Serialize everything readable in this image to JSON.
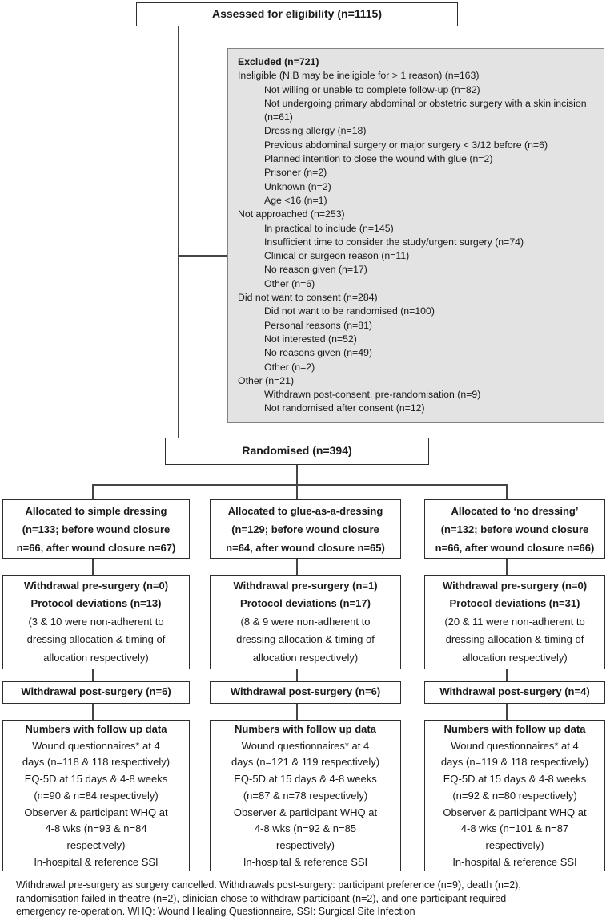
{
  "diagram": {
    "assessed_box": "Assessed for eligibility (n=1115)",
    "randomised_box": "Randomised (n=394)",
    "excluded": {
      "title": "Excluded (n=721)",
      "items": [
        {
          "text": "Ineligible (N.B may be ineligible for > 1 reason) (n=163)",
          "indent": 0
        },
        {
          "text": "Not willing or unable to complete follow-up (n=82)",
          "indent": 1
        },
        {
          "text": "Not undergoing primary abdominal or obstetric surgery with a skin incision (n=61)",
          "indent": 1
        },
        {
          "text": "Dressing allergy (n=18)",
          "indent": 1
        },
        {
          "text": "Previous abdominal surgery or major surgery < 3/12 before (n=6)",
          "indent": 1
        },
        {
          "text": "Planned intention to close the wound with glue (n=2)",
          "indent": 1
        },
        {
          "text": "Prisoner (n=2)",
          "indent": 1
        },
        {
          "text": "Unknown (n=2)",
          "indent": 1
        },
        {
          "text": "Age <16 (n=1)",
          "indent": 1
        },
        {
          "text": "Not approached (n=253)",
          "indent": 0
        },
        {
          "text": "In practical to include (n=145)",
          "indent": 1
        },
        {
          "text": "Insufficient time to consider the study/urgent surgery (n=74)",
          "indent": 1
        },
        {
          "text": "Clinical or surgeon reason (n=11)",
          "indent": 1
        },
        {
          "text": "No reason given (n=17)",
          "indent": 1
        },
        {
          "text": "Other (n=6)",
          "indent": 1
        },
        {
          "text": "Did not want to consent (n=284)",
          "indent": 0
        },
        {
          "text": "Did not want to be randomised (n=100)",
          "indent": 1
        },
        {
          "text": "Personal reasons (n=81)",
          "indent": 1
        },
        {
          "text": "Not interested (n=52)",
          "indent": 1
        },
        {
          "text": "No reasons given (n=49)",
          "indent": 1
        },
        {
          "text": "Other (n=2)",
          "indent": 1
        },
        {
          "text": "Other (n=21)",
          "indent": 0
        },
        {
          "text": "Withdrawn post-consent, pre-randomisation (n=9)",
          "indent": 1
        },
        {
          "text": "Not randomised after consent (n=12)",
          "indent": 1
        }
      ]
    },
    "columns": [
      {
        "allocation": "Allocated to simple dressing\n(n=133; before wound closure\nn=66, after wound closure n=67)",
        "withdrawal_bold": "Withdrawal pre-surgery (n=0)\nProtocol deviations (n=13)",
        "withdrawal_note": "(3 & 10 were non-adherent to\ndressing allocation & timing of\nallocation respectively)",
        "post_surgery": "Withdrawal post-surgery (n=6)",
        "followup_title": "Numbers with follow up data",
        "followup_body": "Wound questionnaires* at 4\ndays (n=118 & 118 respectively)\nEQ-5D at 15 days & 4-8 weeks\n(n=90 & n=84 respectively)\nObserver & participant WHQ at\n4-8 wks  (n=93 & n=84\nrespectively)\nIn-hospital & reference SSI"
      },
      {
        "allocation": "Allocated to glue-as-a-dressing\n(n=129; before wound closure\nn=64, after wound closure n=65)",
        "withdrawal_bold": "Withdrawal pre-surgery (n=1)\nProtocol deviations (n=17)",
        "withdrawal_note": "(8 & 9 were non-adherent to\ndressing allocation & timing of\nallocation respectively)",
        "post_surgery": "Withdrawal post-surgery (n=6)",
        "followup_title": "Numbers with follow up data",
        "followup_body": "Wound questionnaires* at 4\ndays (n=121 & 119 respectively)\nEQ-5D at 15 days & 4-8 weeks\n(n=87 & n=78 respectively)\nObserver & participant WHQ at\n4-8 wks  (n=92 & n=85\nrespectively)\nIn-hospital & reference SSI"
      },
      {
        "allocation": "Allocated to ‘no dressing’\n(n=132; before wound closure\nn=66, after wound closure n=66)",
        "withdrawal_bold": "Withdrawal pre-surgery (n=0)\nProtocol deviations (n=31)",
        "withdrawal_note": "(20 & 11 were non-adherent to\ndressing allocation & timing of\nallocation respectively)",
        "post_surgery": "Withdrawal post-surgery (n=4)",
        "followup_title": "Numbers with follow up data",
        "followup_body": "Wound questionnaires* at 4\ndays (n=119 & 118 respectively)\nEQ-5D at 15 days & 4-8 weeks\n(n=92 & n=80 respectively)\nObserver & participant WHQ at\n4-8 wks  (n=101 & n=87\nrespectively)\nIn-hospital & reference SSI"
      }
    ],
    "footnote": "Withdrawal pre-surgery as surgery cancelled. Withdrawals post-surgery: participant preference (n=9), death (n=2),\nrandomisation failed in theatre (n=2), clinician chose to withdraw participant (n=2), and one participant required\nemergency re-operation. WHQ: Wound Healing Questionnaire, SSI: Surgical Site Infection",
    "colors": {
      "box_border": "#2e2e2e",
      "excluded_background": "#e3e3e3",
      "excluded_border": "#828282",
      "connector_line": "#454545"
    }
  }
}
